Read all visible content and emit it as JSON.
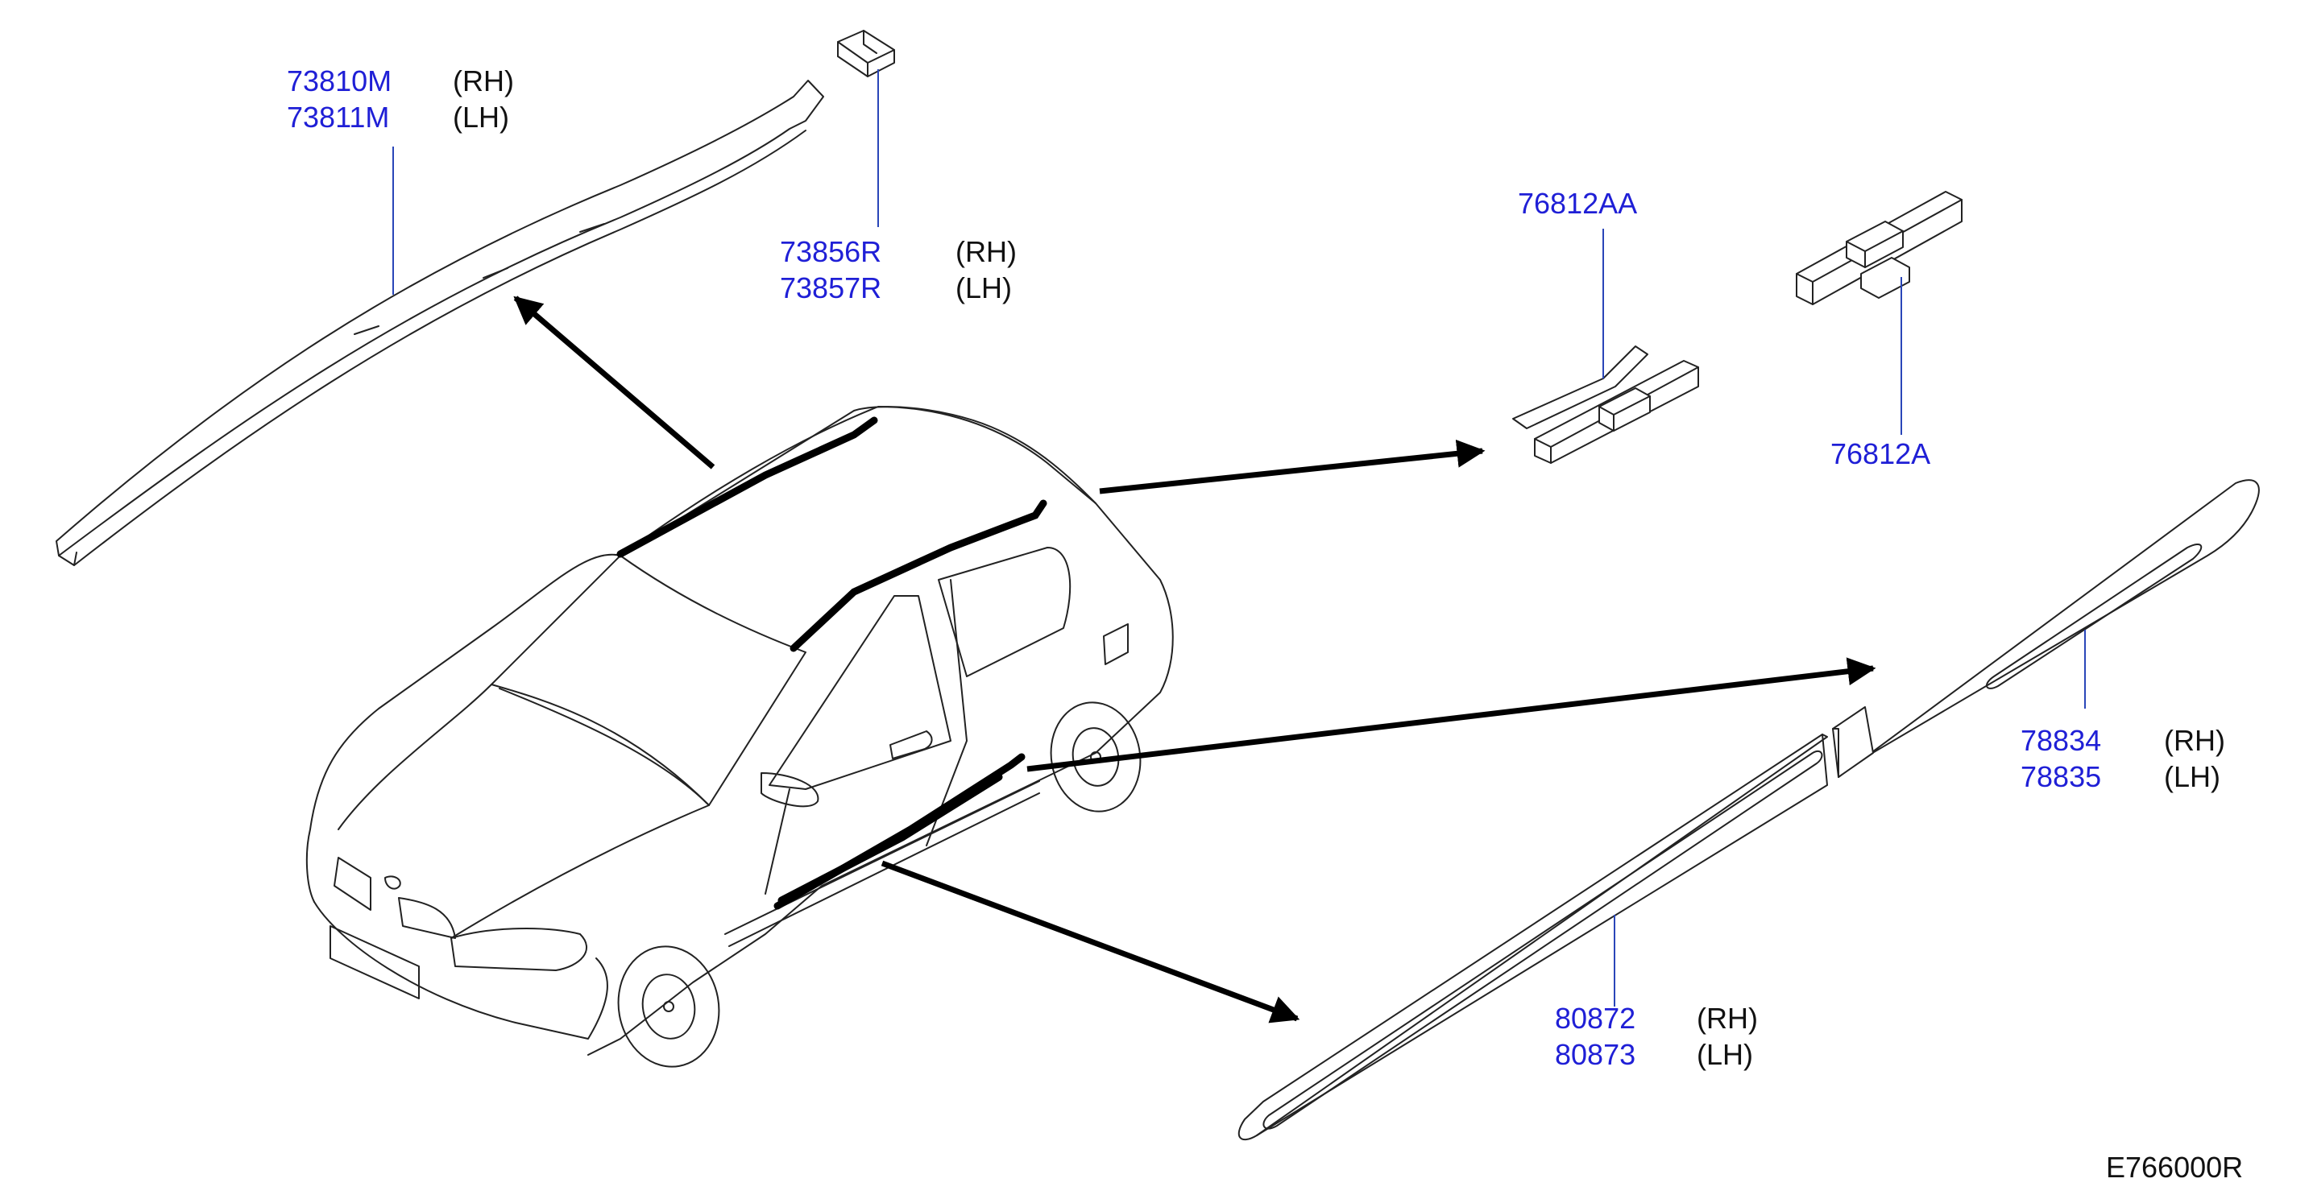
{
  "callouts": [
    {
      "pn": "73810M",
      "side": "(RH)"
    },
    {
      "pn": "73811M",
      "side": "(LH)"
    },
    {
      "pn": "73856R",
      "side": "(RH)"
    },
    {
      "pn": "73857R",
      "side": "(LH)"
    },
    {
      "pn": "76812AA"
    },
    {
      "pn": "76812A"
    },
    {
      "pn": "78834",
      "side": "(RH)"
    },
    {
      "pn": "78835",
      "side": "(LH)"
    },
    {
      "pn": "80872",
      "side": "(RH)"
    },
    {
      "pn": "80873",
      "side": "(LH)"
    }
  ],
  "diagram_code": "E766000R",
  "colors": {
    "part_number": "#1f1fd6",
    "leader": "#2a46b8",
    "line": "#222222"
  }
}
